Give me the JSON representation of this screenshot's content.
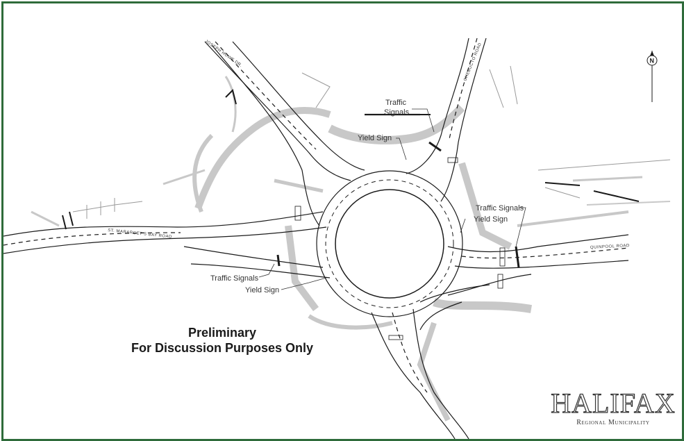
{
  "streets": {
    "joseph_howe": "JOSEPH HOWE DR.",
    "chebucto": "CHEBUCTO ROAD",
    "st_margarets": "ST. MARARGET'S BAY ROAD",
    "quinpool": "QUINPOOL ROAD"
  },
  "callouts": {
    "traffic_signals_north_line1": "Traffic",
    "traffic_signals_north_line2": "Signals",
    "yield_sign_north": "Yield Sign",
    "traffic_signals_east": "Traffic Signals",
    "yield_sign_east": "Yield Sign",
    "traffic_signals_west": "Traffic Signals",
    "yield_sign_west": "Yield Sign"
  },
  "notice": {
    "line1": "Preliminary",
    "line2": "For Discussion Purposes Only"
  },
  "logo": {
    "name": "HALIFAX",
    "subtitle": "Regional Municipality"
  },
  "north_arrow": {
    "letter": "N"
  },
  "colors": {
    "frame_border": "#2e6b3a",
    "road_edge": "#1a1a1a",
    "existing_roads_grey": "#c8c8c8",
    "background": "#ffffff"
  }
}
